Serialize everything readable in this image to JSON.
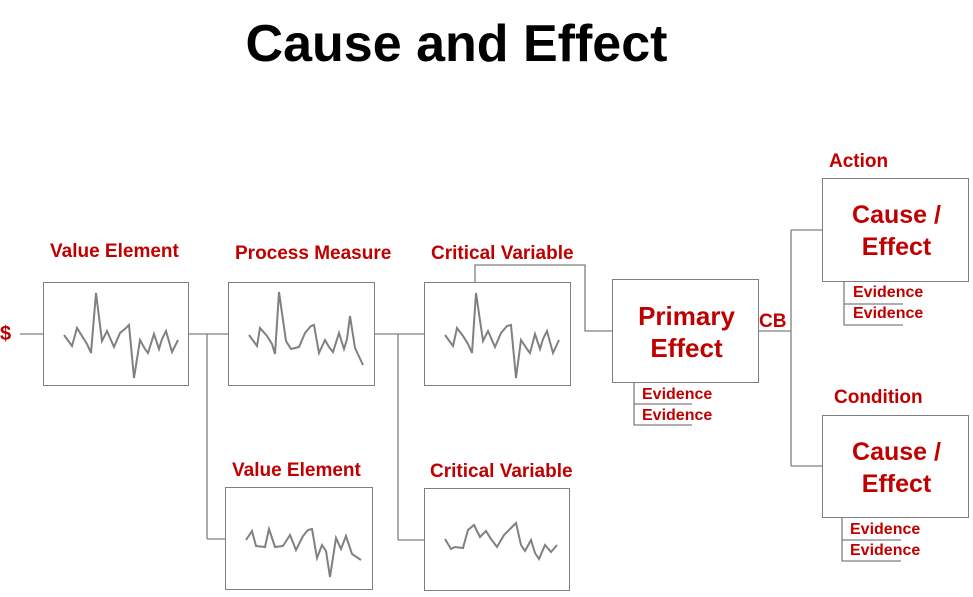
{
  "title": "Cause and Effect",
  "dollar": "$",
  "cb": "CB",
  "labels": {
    "value_element_1": "Value Element",
    "process_measure": "Process Measure",
    "critical_variable_1": "Critical Variable",
    "value_element_2": "Value Element",
    "critical_variable_2": "Critical Variable",
    "action": "Action",
    "condition": "Condition"
  },
  "primary": {
    "line1": "Primary",
    "line2": "Effect"
  },
  "cause_effect_top": {
    "line1": "Cause /",
    "line2": "Effect"
  },
  "cause_effect_bottom": {
    "line1": "Cause /",
    "line2": "Effect"
  },
  "evidence": {
    "primary": [
      "Evidence",
      "Evidence"
    ],
    "top": [
      "Evidence",
      "Evidence"
    ],
    "bottom": [
      "Evidence",
      "Evidence"
    ]
  },
  "colors": {
    "accent": "#c00000",
    "line": "#7f7f7f",
    "spark": "#808080"
  }
}
